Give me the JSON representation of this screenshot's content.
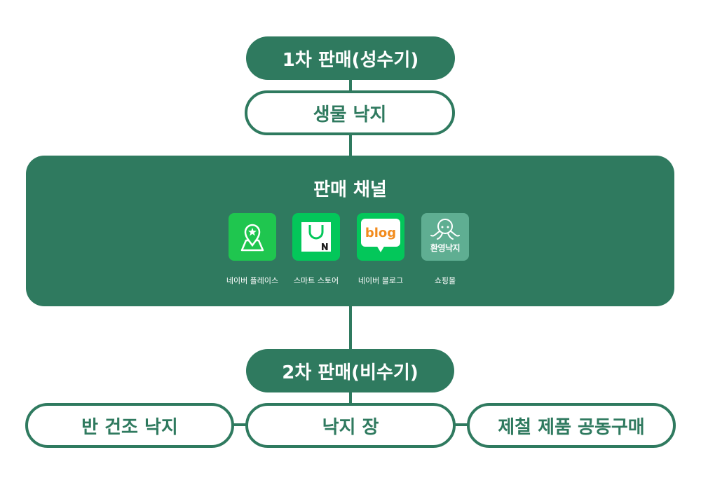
{
  "primary_sale": {
    "label": "1차 판매(성수기)"
  },
  "live_octopus": {
    "label": "생물 낙지"
  },
  "channels": {
    "title": "판매 채널",
    "items": [
      {
        "label": "네이버 플레이스",
        "icon": "map-pin-star-icon",
        "color": "#1fc64f"
      },
      {
        "label": "스마트 스토어",
        "icon": "shopping-bag-n-icon",
        "color": "#03c75a"
      },
      {
        "label": "네이버 블로그",
        "icon": "blog-bubble-icon",
        "color": "#03c75a",
        "icon_text": "blog"
      },
      {
        "label": "쇼핑몰",
        "icon": "octopus-logo-icon",
        "color": "#5fae92",
        "icon_text": "환영낙지"
      }
    ]
  },
  "secondary_sale": {
    "label": "2차 판매(비수기)"
  },
  "products": [
    {
      "label": "반 건조 낙지"
    },
    {
      "label": "낙지 장"
    },
    {
      "label": "제철 제품 공동구매"
    }
  ],
  "colors": {
    "primary": "#2f7a5f",
    "background": "#ffffff"
  }
}
